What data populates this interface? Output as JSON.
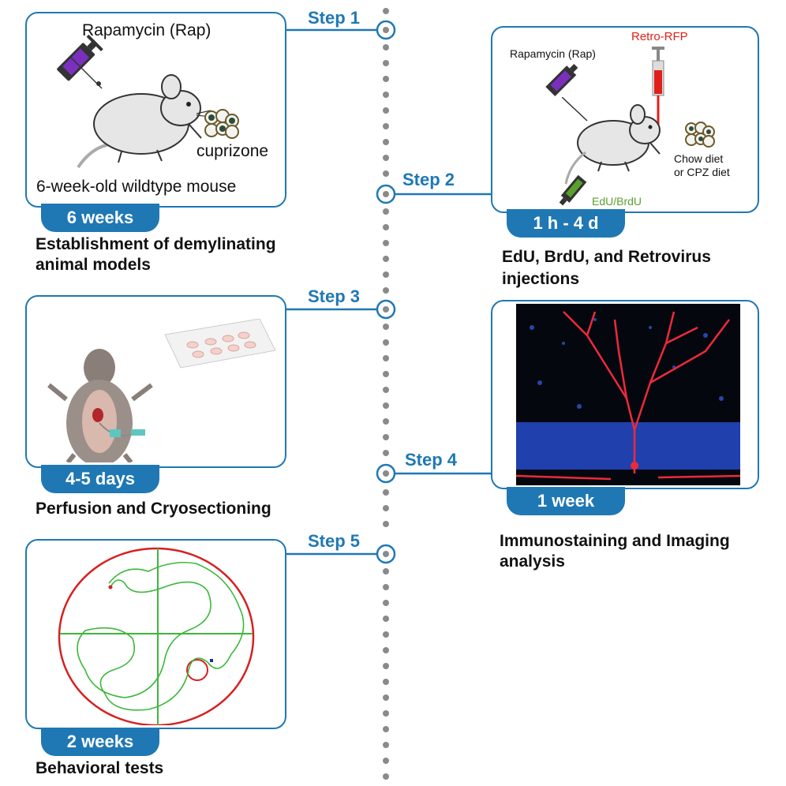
{
  "steps": [
    "Step 1",
    "Step 2",
    "Step 3",
    "Step 4",
    "Step 5"
  ],
  "panel1": {
    "drug_label": "Rapamycin (Rap)",
    "diet_label": "cuprizone",
    "mouse_label": "6-week-old wildtype mouse",
    "duration": "6 weeks",
    "caption_line1": "Establishment of demylinating",
    "caption_line2": "animal models"
  },
  "panel2": {
    "drug_label": "Rapamycin (Rap)",
    "virus_label": "Retro-RFP",
    "diet_line1": "Chow diet",
    "diet_line2": "or CPZ diet",
    "label_edu": "EdU/BrdU",
    "duration": "1 h - 4 d",
    "caption_line1": "EdU, BrdU, and Retrovirus",
    "caption_line2": "injections"
  },
  "panel3": {
    "duration": "4-5 days",
    "caption": "Perfusion and Cryosectioning"
  },
  "panel4": {
    "duration": "1 week",
    "caption_line1": "Immunostaining and Imaging",
    "caption_line2": "analysis"
  },
  "panel5": {
    "duration": "2 weeks",
    "caption": "Behavioral tests"
  },
  "colors": {
    "accent": "#1f78b4",
    "retro": "#e0201b",
    "edu": "#5aa02c",
    "track": "#3cb83c",
    "arena": "#d62020"
  }
}
